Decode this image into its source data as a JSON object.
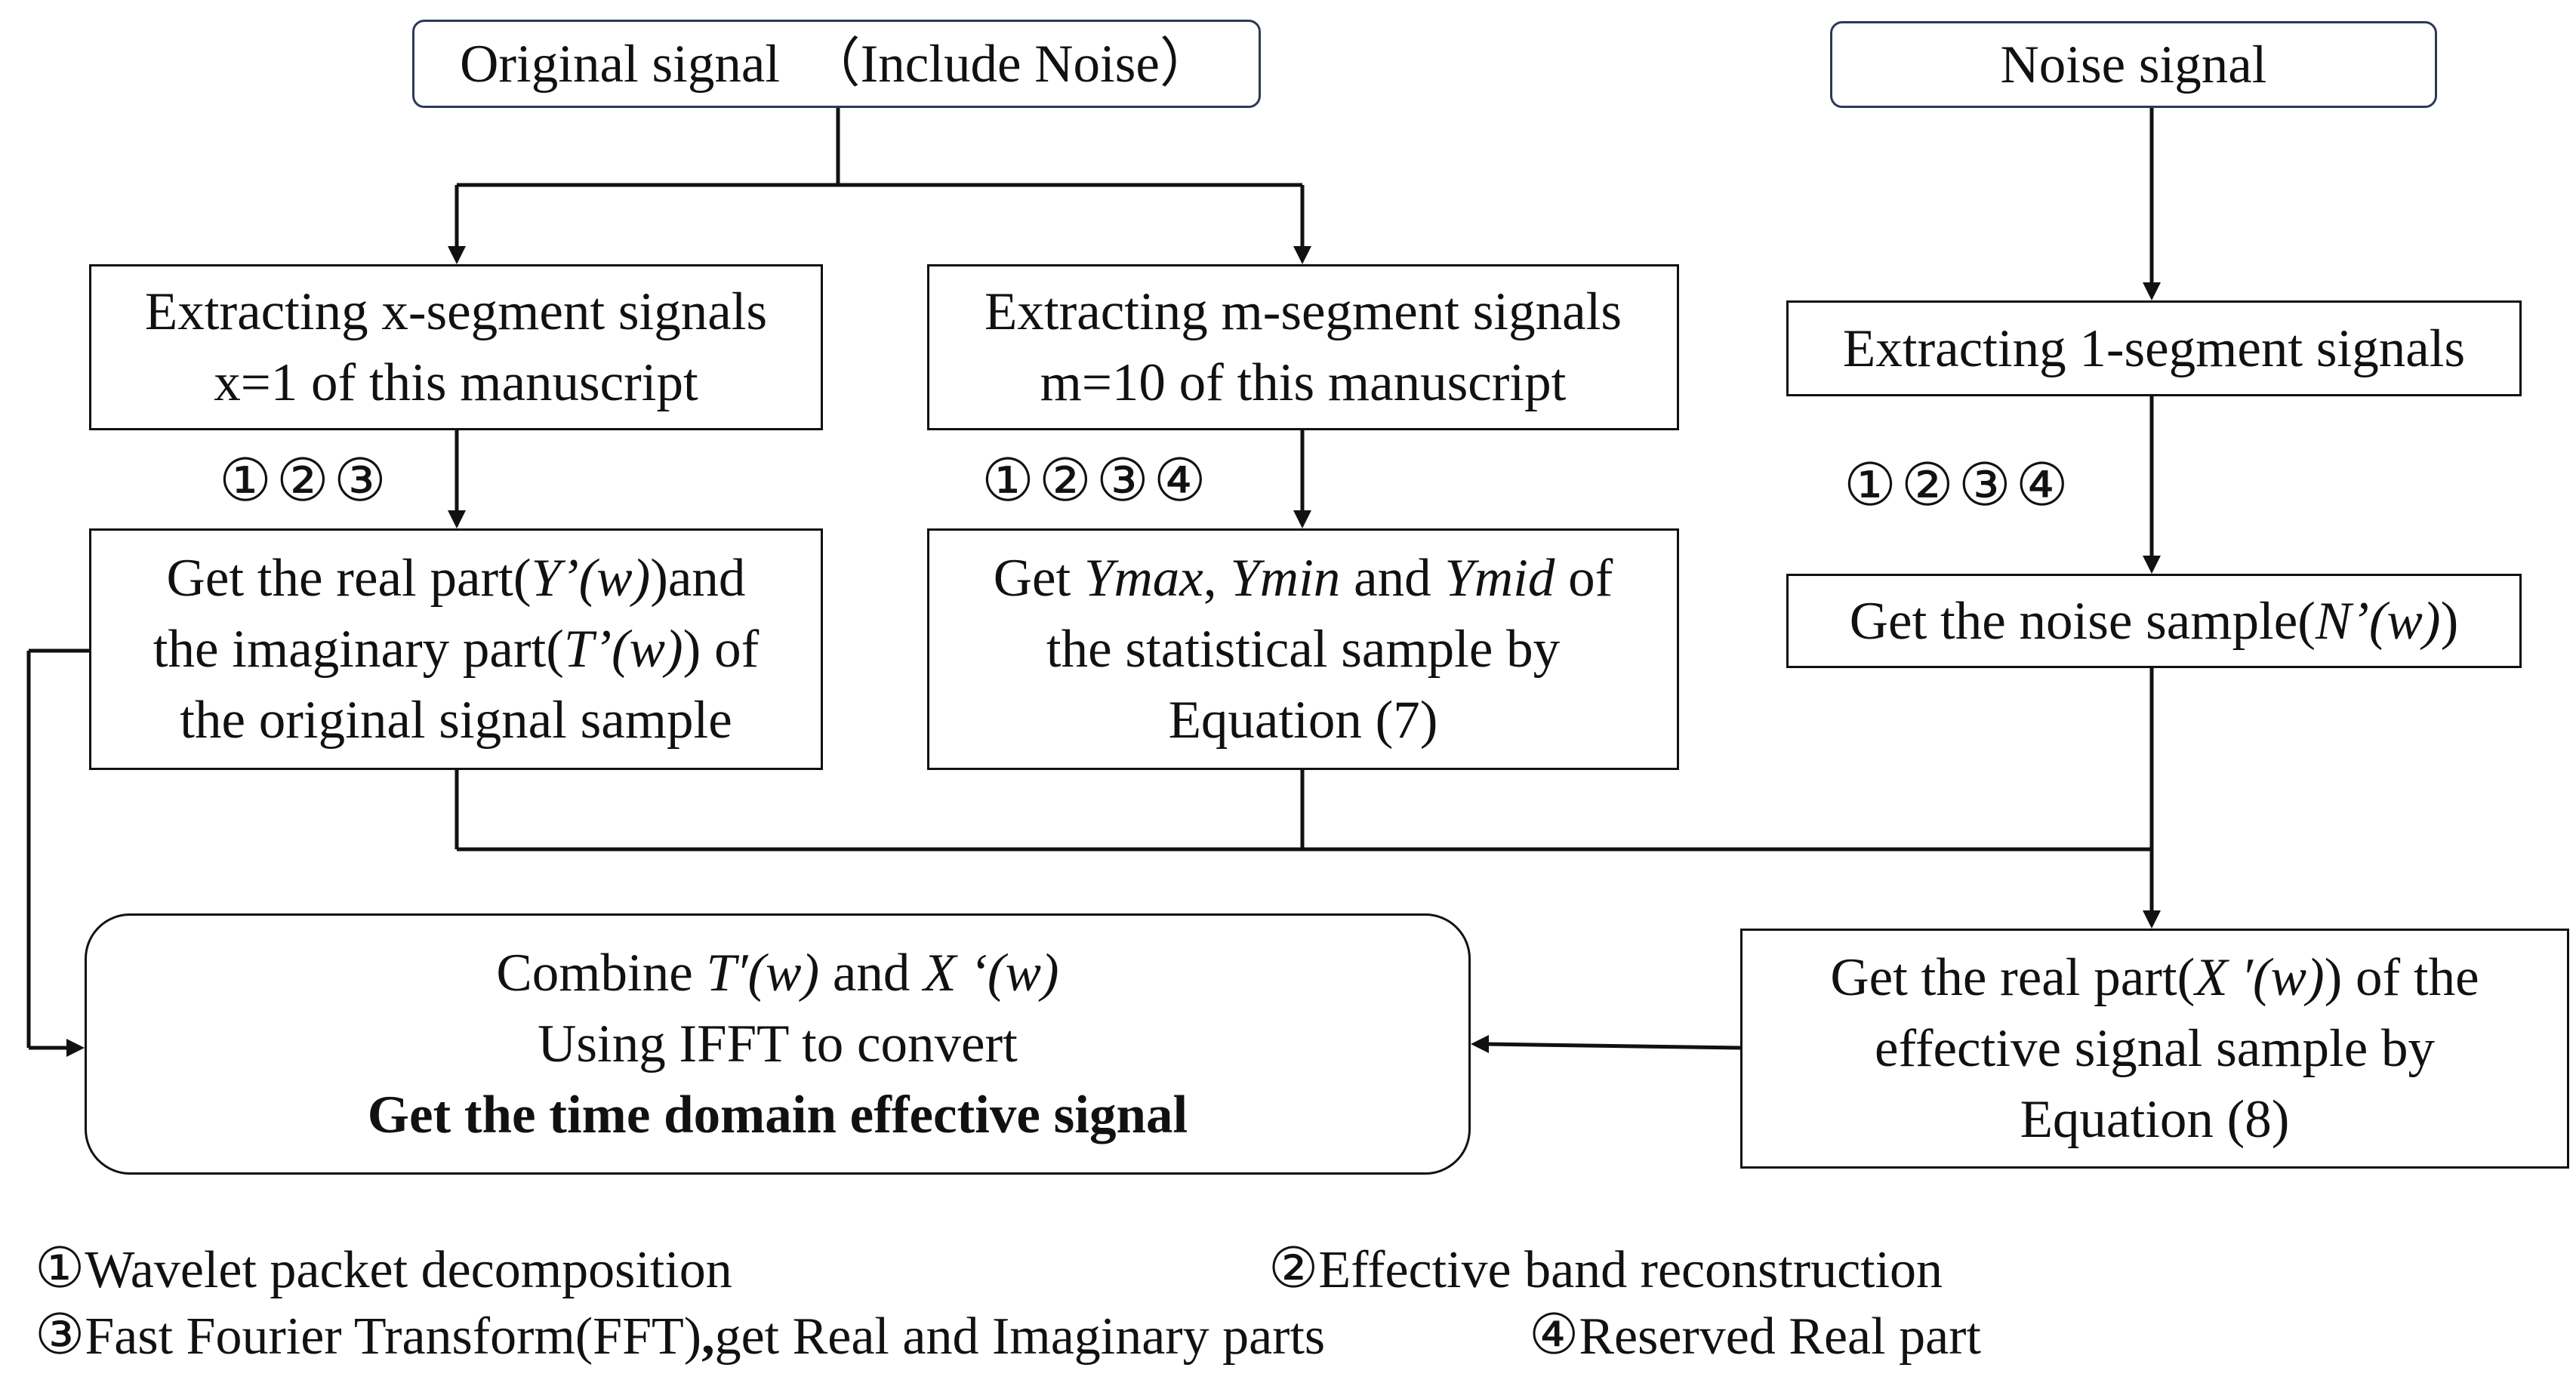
{
  "boxes": {
    "original_signal": "Original signal　（Include Noise）",
    "noise_signal": "Noise signal",
    "extract_x": [
      "Extracting x-segment signals",
      "x=1 of this manuscript"
    ],
    "extract_m": [
      "Extracting m-segment signals",
      "m=10 of this manuscript"
    ],
    "extract_1": "Extracting 1-segment signals",
    "real_imag": {
      "l1_pre": "Get the real part(",
      "l1_em": "Y’(w)",
      "l1_post": ")and",
      "l2_pre": "the imaginary part(",
      "l2_em": "T’(w)",
      "l2_post": ") of",
      "l3": "the original signal sample"
    },
    "stats": {
      "l1_pre": "Get ",
      "l1_em1": "Ymax",
      "l1_mid1": ", ",
      "l1_em2": "Ymin",
      "l1_mid2": " and ",
      "l1_em3": "Ymid",
      "l1_post": " of",
      "l2": "the statistical sample by",
      "l3": "Equation (7)"
    },
    "noise_sample": {
      "pre": "Get the noise sample(",
      "em": "N’(w)",
      "post": ")"
    },
    "effective_real": {
      "l1_pre": "Get the real part(",
      "l1_em": "X ′(w)",
      "l1_post": ") of the",
      "l2": "effective signal sample by",
      "l3": "Equation (8)"
    },
    "combine": {
      "l1_pre": "Combine ",
      "l1_em1": "T′(w)",
      "l1_mid": " and ",
      "l1_em2": "X ‘(w)",
      "l2": "Using IFFT to convert",
      "l3": "Get the time domain effective signal"
    }
  },
  "steps": {
    "left": "①②③",
    "middle": "①②③④",
    "right": "①②③④"
  },
  "legend": {
    "item1_num": "①",
    "item1": "Wavelet packet decomposition",
    "item2_num": "②",
    "item2": "Effective band reconstruction",
    "item3_num": "③",
    "item3": "Fast Fourier Transform(FFT)",
    "item3_comma": ",",
    "item3_rest": "get Real and Imaginary parts",
    "item4_num": "④",
    "item4": "Reserved Real part"
  }
}
